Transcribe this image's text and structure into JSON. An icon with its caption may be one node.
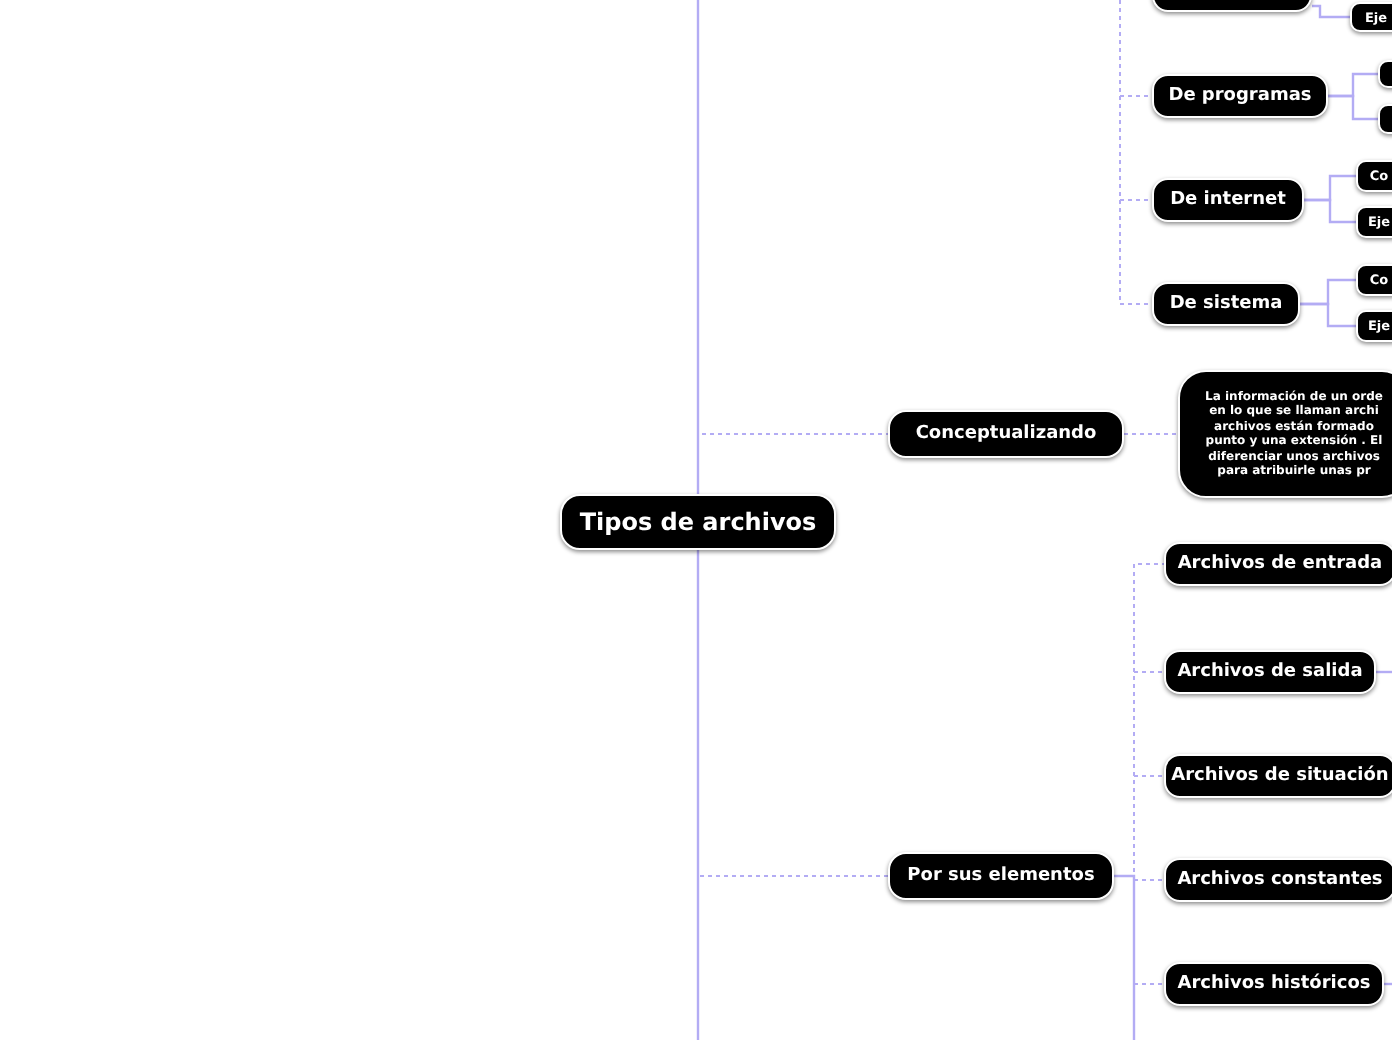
{
  "diagram": {
    "nodes": [
      {
        "text": [],
        "shape": "box"
      },
      {
        "text": [
          "Eje"
        ]
      },
      {
        "text": [
          "De programas"
        ]
      },
      {
        "text": [],
        "shape": "box"
      },
      {
        "text": [],
        "shape": "box"
      },
      {
        "text": [
          "De internet"
        ]
      },
      {
        "text": [
          "Co"
        ]
      },
      {
        "text": [
          "Eje"
        ]
      },
      {
        "text": [
          "De sistema"
        ]
      },
      {
        "text": [
          "Co"
        ]
      },
      {
        "text": [
          "Eje"
        ]
      },
      {
        "text": [
          "Tipos de archivos"
        ]
      },
      {
        "text": [
          "Conceptualizando"
        ]
      },
      {
        "text": [
          "La información de un orde en lo que se llaman archi archivos están formado punto y una extensión . El diferenciar unos archivos para atribuirle unas pr"
        ]
      },
      {
        "text": [
          "Por sus elementos"
        ]
      },
      {
        "text": [
          "Archivos de entrada"
        ]
      },
      {
        "text": [
          "Archivos de salida"
        ]
      },
      {
        "text": [
          "Archivos de situación"
        ]
      },
      {
        "text": [
          "Archivos constantes"
        ]
      },
      {
        "text": [
          "Archivos históricos"
        ]
      }
    ],
    "edges": [
      {
        "from": 0,
        "to": 1,
        "arrow": "none"
      },
      {
        "from": null,
        "to": 2,
        "arrow": "none",
        "style": "dashed"
      },
      {
        "from": 2,
        "to": 3,
        "arrow": "none"
      },
      {
        "from": 2,
        "to": 4,
        "arrow": "none"
      },
      {
        "from": null,
        "to": 5,
        "arrow": "none",
        "style": "dashed"
      },
      {
        "from": 5,
        "to": 6,
        "arrow": "none"
      },
      {
        "from": 5,
        "to": 7,
        "arrow": "none"
      },
      {
        "from": null,
        "to": 8,
        "arrow": "none",
        "style": "dashed"
      },
      {
        "from": 8,
        "to": 9,
        "arrow": "none"
      },
      {
        "from": 8,
        "to": 10,
        "arrow": "none"
      },
      {
        "from": 11,
        "to": null,
        "arrow": "none"
      },
      {
        "from": 11,
        "to": 12,
        "arrow": "none",
        "style": "dashed"
      },
      {
        "from": 12,
        "to": 13,
        "arrow": "none",
        "style": "dashed"
      },
      {
        "from": 11,
        "to": 14,
        "arrow": "none",
        "style": "dashed"
      },
      {
        "from": 11,
        "to": null,
        "arrow": "none"
      },
      {
        "from": 14,
        "to": 15,
        "arrow": "none",
        "style": "dashed"
      },
      {
        "from": 14,
        "to": 16,
        "arrow": "none",
        "style": "dashed"
      },
      {
        "from": 14,
        "to": 17,
        "arrow": "none",
        "style": "dashed"
      },
      {
        "from": 14,
        "to": 18,
        "arrow": "none",
        "style": "dashed"
      },
      {
        "from": 14,
        "to": 19,
        "arrow": "none",
        "style": "dashed"
      },
      {
        "from": 14,
        "to": null,
        "arrow": "none"
      },
      {
        "from": 16,
        "to": null,
        "arrow": "none"
      },
      {
        "from": 19,
        "to": null,
        "arrow": "none"
      }
    ]
  }
}
